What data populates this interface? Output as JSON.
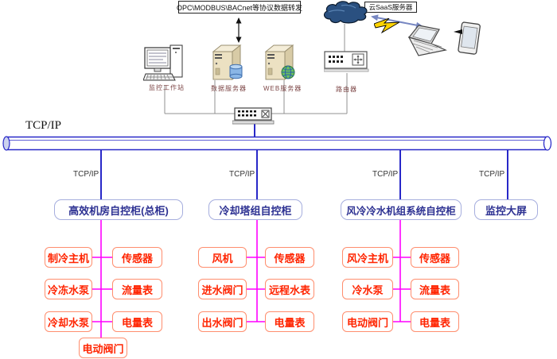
{
  "top": {
    "protocol_label": "OPC\\MODBUS\\BACnet等协议数据转发",
    "cloud_label": "云SaaS服务器",
    "devices": [
      {
        "name": "workstation",
        "label": "监控工作站"
      },
      {
        "name": "data-server",
        "label": "数据服务器"
      },
      {
        "name": "web-server",
        "label": "WEB服务器"
      },
      {
        "name": "router",
        "label": "路由器"
      }
    ]
  },
  "bus": {
    "label": "TCP/IP"
  },
  "branches": [
    {
      "tcp_label": "TCP/IP",
      "cabinet": "高效机房自控柜(总柜)",
      "left": [
        "制冷主机",
        "冷冻水泵",
        "冷却水泵"
      ],
      "right": [
        "传感器",
        "流量表",
        "电量表"
      ],
      "bottom": "电动阀门"
    },
    {
      "tcp_label": "TCP/IP",
      "cabinet": "冷却塔组自控柜",
      "left": [
        "风机",
        "进水阀门",
        "出水阀门"
      ],
      "right": [
        "传感器",
        "远程水表",
        "电量表"
      ]
    },
    {
      "tcp_label": "TCP/IP",
      "cabinet": "风冷冷水机组系统自控柜",
      "left": [
        "风冷主机",
        "冷水泵",
        "电动阀门"
      ],
      "right": [
        "传感器",
        "流量表",
        "电量表"
      ]
    },
    {
      "tcp_label": "TCP/IP",
      "cabinet": "监控大屏"
    }
  ],
  "colors": {
    "bus_line": "#2828c8",
    "field_line": "#ff00ff",
    "leaf_border": "#ff8e6e",
    "leaf_text": "#ff2400",
    "cabinet_border": "#a6aede",
    "cabinet_text": "#2d3192",
    "device_label_text": "#7c4545",
    "lightning": "#ffd400",
    "cloud_fill": "#2a5080"
  }
}
